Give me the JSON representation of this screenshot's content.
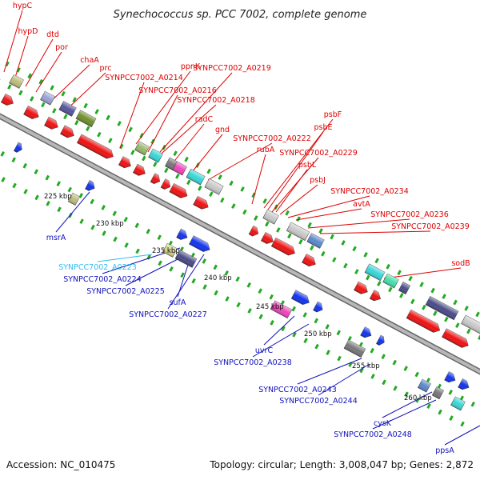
{
  "title": "Synechococcus sp. PCC 7002, complete genome",
  "footer": {
    "accession": "Accession: NC_010475",
    "stats": "Topology: circular; Length: 3,008,047 bp; Genes: 2,872"
  },
  "colors": {
    "forward_label": "#dd0000",
    "reverse_label": "#1111bb",
    "highlight_label": "#33bbee",
    "backbone": "#999999",
    "dots": "#22aa22"
  },
  "kbp_ticks": [
    "225 kbp",
    "230 kbp",
    "235 kbp",
    "240 kbp",
    "245 kbp",
    "250 kbp",
    "255 kbp",
    "260 kbp"
  ],
  "forward_labels": [
    "hypC",
    "hypD",
    "dtd",
    "por",
    "chaA",
    "prc",
    "ppnK",
    "SYNPCC7002_A0214",
    "SYNPCC7002_A0219",
    "SYNPCC7002_A0216",
    "SYNPCC7002_A0218",
    "radC",
    "gnd",
    "SYNPCC7002_A0222",
    "rubA",
    "psbF",
    "psbE",
    "SYNPCC7002_A0229",
    "psbL",
    "psbJ",
    "SYNPCC7002_A0234",
    "avtA",
    "SYNPCC7002_A0236",
    "SYNPCC7002_A0239",
    "sodB"
  ],
  "reverse_labels": [
    "msrA",
    "SYNPCC7002_A0223",
    "SYNPCC7002_A0224",
    "SYNPCC7002_A0225",
    "sufA",
    "SYNPCC7002_A0227",
    "uvrC",
    "SYNPCC7002_A0238",
    "SYNPCC7002_A0243",
    "SYNPCC7002_A0244",
    "cysK",
    "SYNPCC7002_A0248",
    "ppsA"
  ]
}
